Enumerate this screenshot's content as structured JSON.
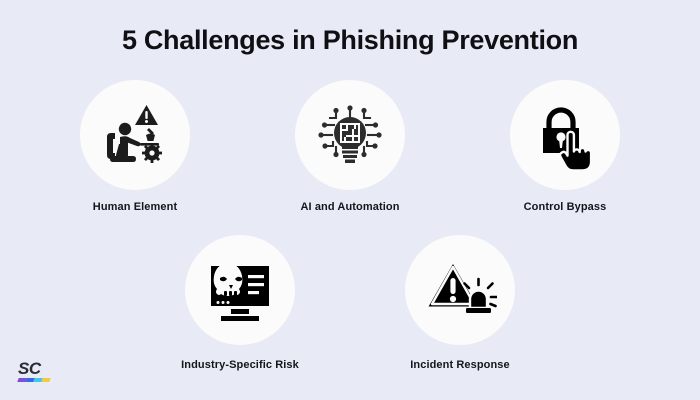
{
  "header": {
    "title": "5 Challenges in Phishing Prevention"
  },
  "colors": {
    "background": "#e8ebf5",
    "circle": "#fbfbfc",
    "title_text": "#101014",
    "label_text": "#14161c",
    "icon_dark": "#2d2d2d",
    "icon_black": "#000000",
    "logo_purple": "#7b4fd8",
    "logo_blue": "#3a6ae0",
    "logo_cyan": "#3fc8e8",
    "logo_yellow": "#f5c842"
  },
  "items": [
    {
      "label": "Human Element",
      "icon": "person-at-desk-warning-gear-icon",
      "row": "top"
    },
    {
      "label": "AI and Automation",
      "icon": "lightbulb-circuit-icon",
      "row": "top"
    },
    {
      "label": "Control Bypass",
      "icon": "padlock-pointing-hand-icon",
      "row": "top"
    },
    {
      "label": "Industry-Specific Risk",
      "icon": "monitor-skull-malware-icon",
      "row": "bottom"
    },
    {
      "label": "Incident Response",
      "icon": "warning-triangle-siren-icon",
      "row": "bottom"
    }
  ],
  "logo": {
    "text": "SC",
    "name": "sc-media-logo"
  }
}
